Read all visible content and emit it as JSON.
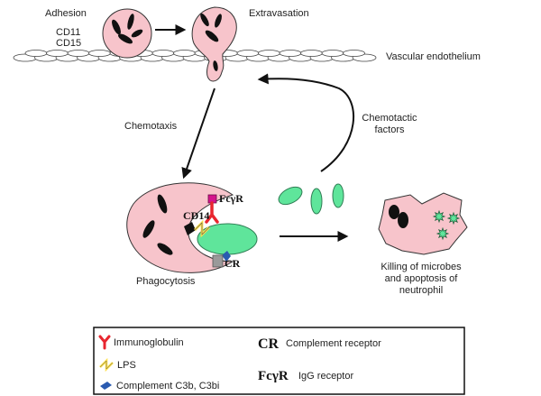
{
  "labels": {
    "adhesion": "Adhesion",
    "cd11": "CD11",
    "cd15": "CD15",
    "extravasation": "Extravasation",
    "vascular_endothelium": "Vascular endothelium",
    "chemotaxis": "Chemotaxis",
    "chemotactic_factors_1": "Chemotactic",
    "chemotactic_factors_2": "factors",
    "fcgr": "FcγR",
    "cd14": "CD14",
    "cr": "CR",
    "phagocytosis": "Phagocytosis",
    "killing_1": "Killing of microbes",
    "killing_2": "and apoptosis of",
    "killing_3": "neutrophil"
  },
  "legend": {
    "immunoglobulin": "Immunoglobulin",
    "lps": "LPS",
    "complement": "Complement C3b, C3bi",
    "cr_symbol": "CR",
    "cr_text": "Complement receptor",
    "fcgr_symbol": "FcγR",
    "fcgr_text": "IgG receptor"
  },
  "colors": {
    "cell_pink": "#f7c4cb",
    "microbe_green": "#5fe59b",
    "immunoglobulin_red": "#e8262f",
    "lps_yellow": "#ffe04a",
    "complement_blue": "#2a5bb0",
    "fcgr_magenta": "#d4148c",
    "cr_gray": "#9a9a9a"
  }
}
